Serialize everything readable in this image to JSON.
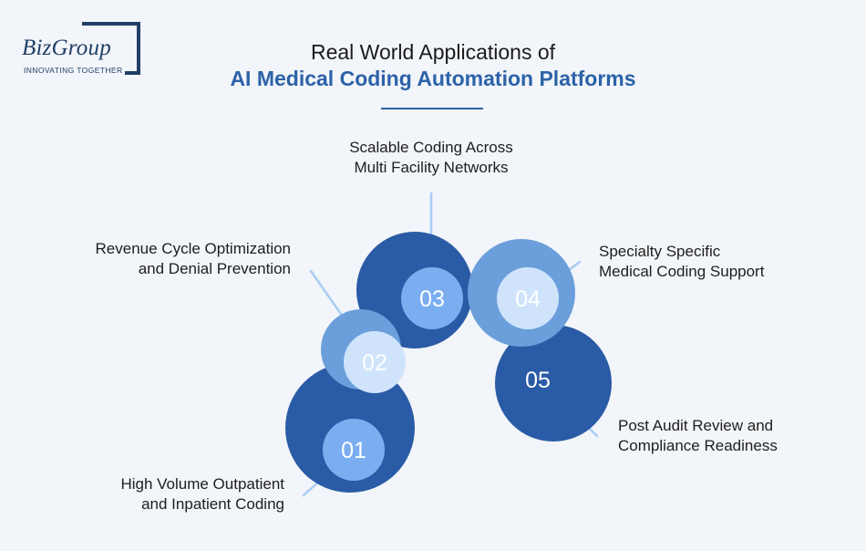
{
  "logo": {
    "wordmark": "BizGroup",
    "tagline": "INNOVATING TOGETHER"
  },
  "title": {
    "line1": "Real World Applications of",
    "line2": "AI Medical Coding Automation Platforms"
  },
  "colors": {
    "navy": "#1f3f66",
    "accent": "#2c62a8",
    "dark_blue": "#2a5ba6",
    "mid_blue": "#6b9fdb",
    "light_blue": "#7aaef0",
    "pale_blue": "#cfe4fb",
    "connector": "#a9cdf4"
  },
  "items": [
    {
      "number": "01",
      "lines": [
        "High Volume Outpatient",
        "and Inpatient Coding"
      ]
    },
    {
      "number": "02",
      "lines": [
        "Revenue Cycle Optimization",
        "and Denial Prevention"
      ]
    },
    {
      "number": "03",
      "lines": [
        "Scalable Coding Across",
        "Multi Facility Networks"
      ]
    },
    {
      "number": "04",
      "lines": [
        "Specialty Specific",
        "Medical Coding Support"
      ]
    },
    {
      "number": "05",
      "lines": [
        "Post Audit Review and",
        "Compliance Readiness"
      ]
    }
  ]
}
